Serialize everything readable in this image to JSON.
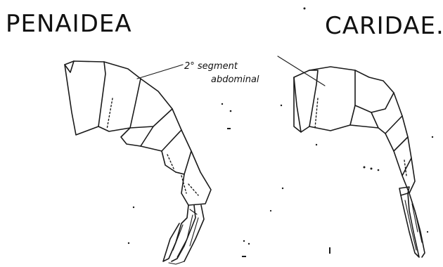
{
  "labels": {
    "left_title": "PENAIDEA",
    "right_title": "CARIDAE.",
    "annotation_line1": "2° segment",
    "annotation_line2": "abdominal"
  }
}
